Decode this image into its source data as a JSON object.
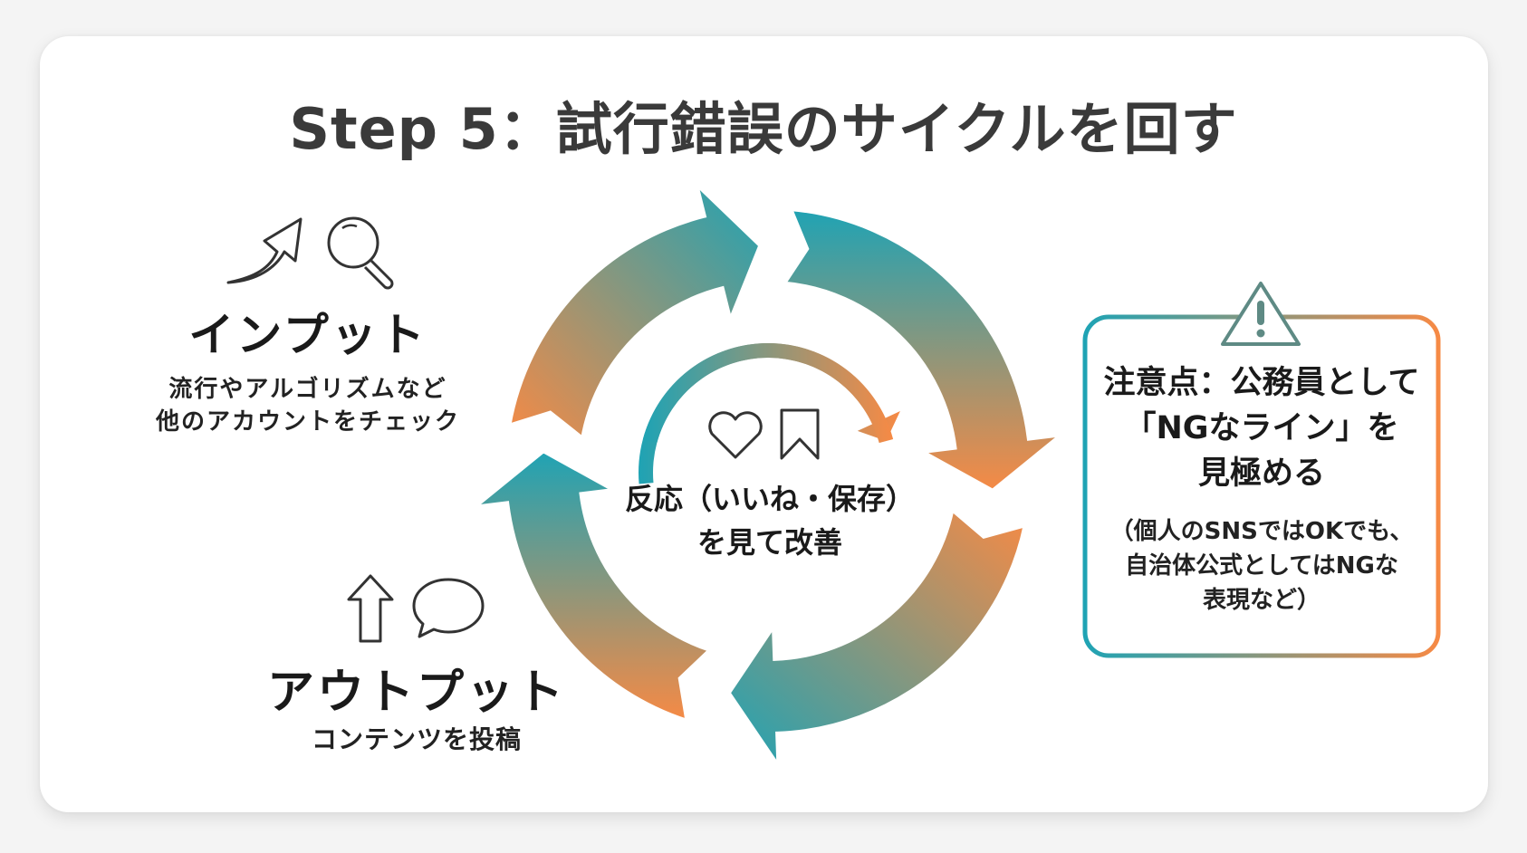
{
  "title": "Step 5：試行錯誤のサイクルを回す",
  "input": {
    "heading": "インプット",
    "description_lines": [
      "流行やアルゴリズムなど",
      "他のアカウントをチェック"
    ],
    "icons": [
      "trend-arrow-icon",
      "magnifier-icon"
    ]
  },
  "output": {
    "heading": "アウトプット",
    "description": "コンテンツを投稿",
    "icons": [
      "upload-arrow-icon",
      "speech-bubble-icon"
    ]
  },
  "center": {
    "lines": [
      "反応（いいね・保存）",
      "を見て改善"
    ],
    "icons": [
      "heart-icon",
      "bookmark-icon"
    ]
  },
  "caution": {
    "title_lines": [
      "注意点：公務員として",
      "「NGなライン」を",
      "見極める"
    ],
    "note_lines": [
      "（個人のSNSではOKでも、",
      "自治体公式としてはNGな",
      "表現など）"
    ],
    "icon": "warning-icon"
  },
  "colors": {
    "teal": "#1fa3b4",
    "orange": "#f68a45",
    "title_text": "#3a3a3a",
    "body_text": "#1a1a1a"
  }
}
